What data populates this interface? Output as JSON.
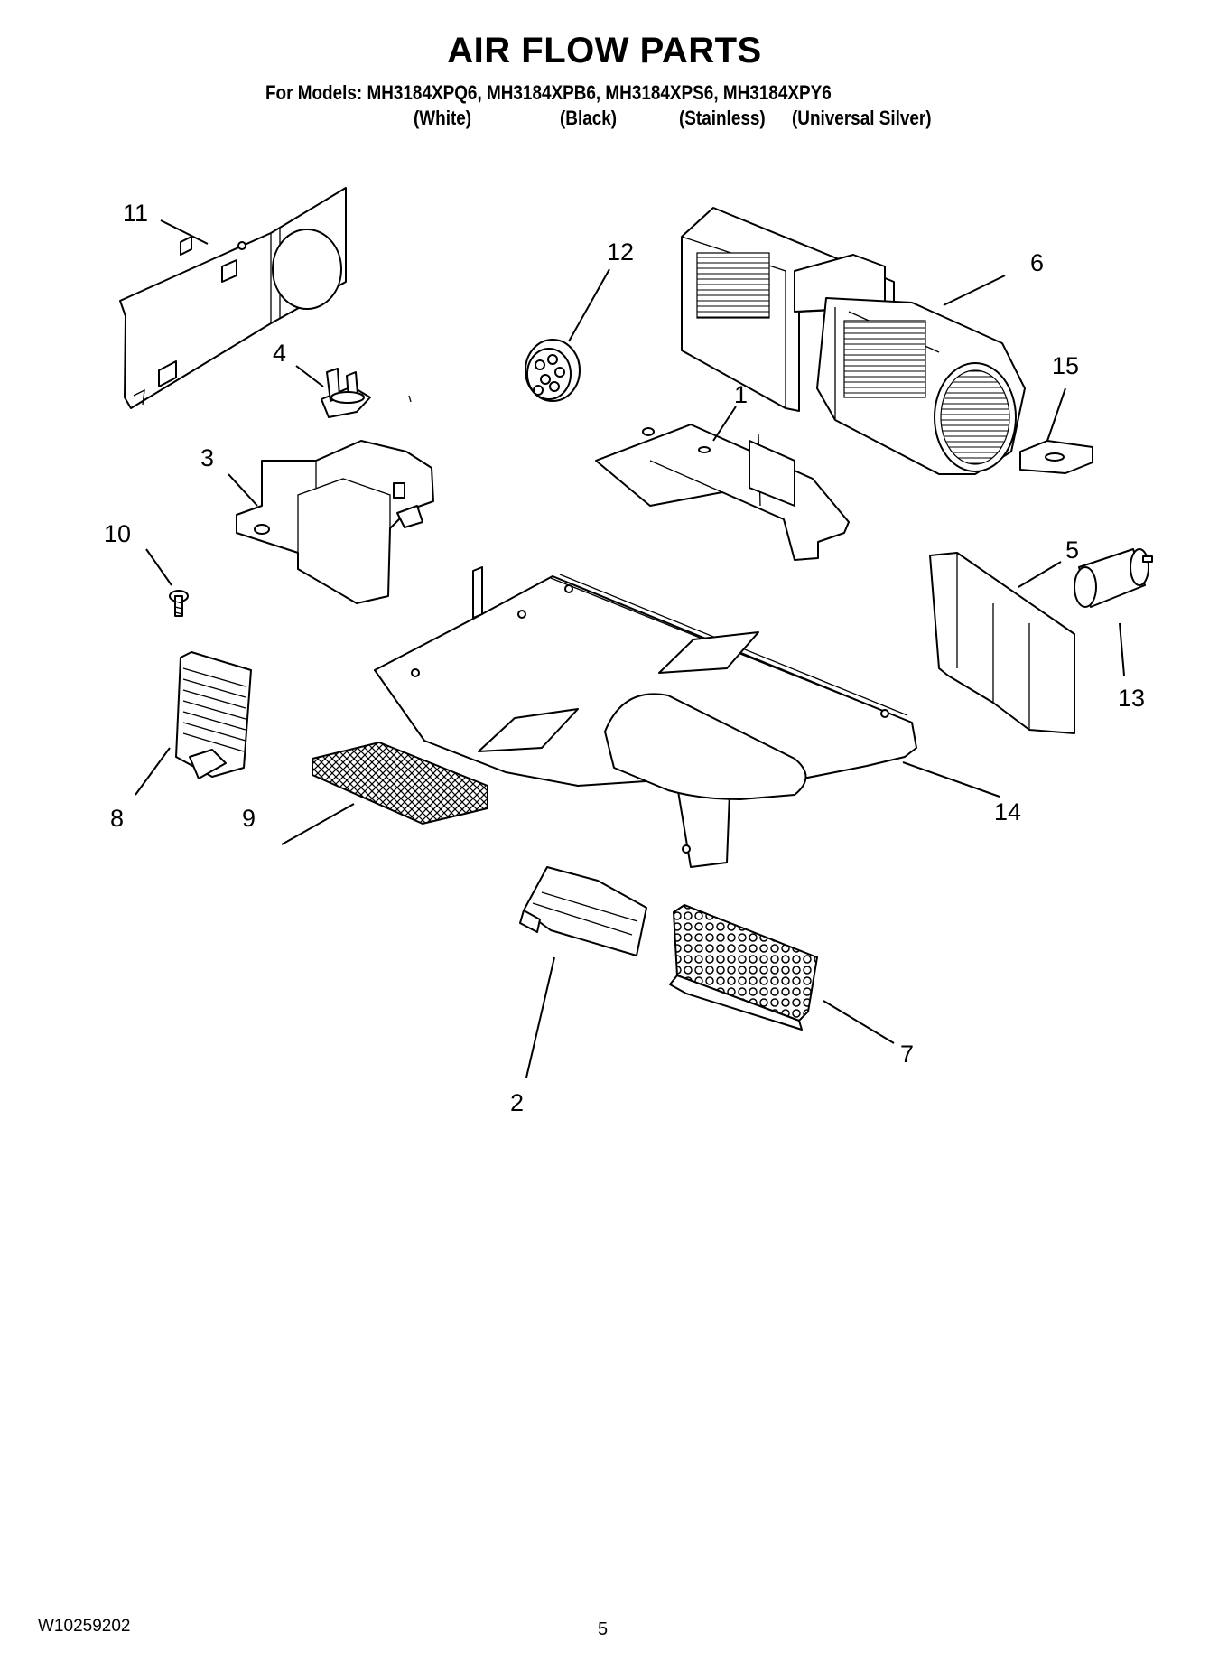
{
  "header": {
    "title": "AIR FLOW PARTS",
    "models_line": "For Models: MH3184XPQ6, MH3184XPB6, MH3184XPS6, MH3184XPY6",
    "colors": {
      "white": "(White)",
      "black": "(Black)",
      "stainless": "(Stainless)",
      "silver": "(Universal Silver)"
    }
  },
  "callouts": {
    "c1": "1",
    "c2": "2",
    "c3": "3",
    "c4": "4",
    "c5": "5",
    "c6": "6",
    "c7": "7",
    "c8": "8",
    "c9": "9",
    "c10": "10",
    "c11": "11",
    "c12": "12",
    "c13": "13",
    "c14": "14",
    "c15": "15"
  },
  "footer": {
    "doc_number": "W10259202",
    "page": "5"
  }
}
